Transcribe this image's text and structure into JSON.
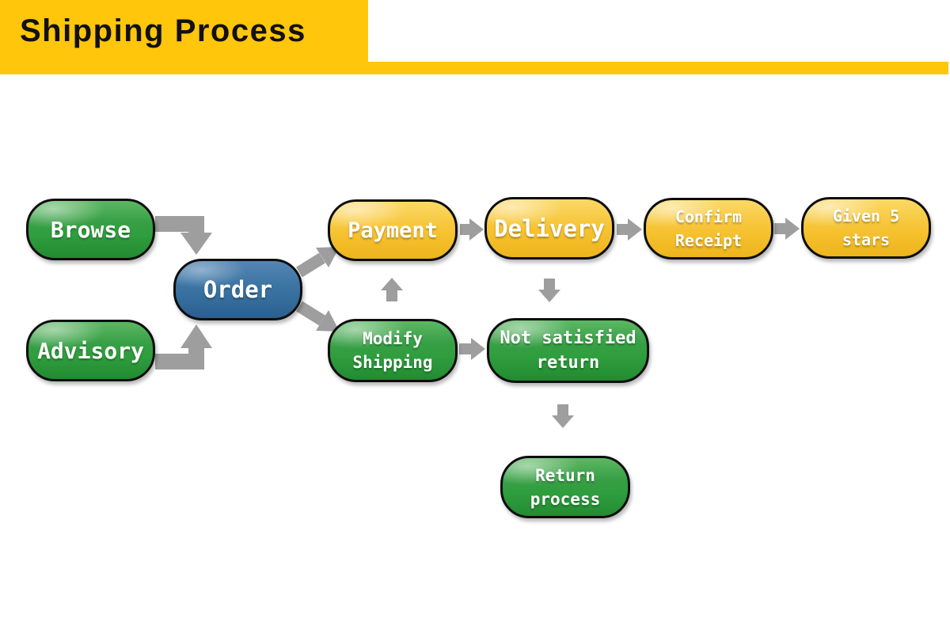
{
  "header": {
    "title": "Shipping Process"
  },
  "colors": {
    "header_yellow": "#ffc60b",
    "node_green": "#2f9e3e",
    "node_yellow": "#f5c02c",
    "node_blue": "#366f9e",
    "node_border": "#0d0d0d",
    "node_text": "#ffffff",
    "arrow_gray": "#9e9e9e",
    "title_text": "#111111"
  },
  "diagram": {
    "nodes": [
      {
        "id": "browse",
        "label": "Browse",
        "lines": [
          "Browse"
        ],
        "color": "green"
      },
      {
        "id": "advisory",
        "label": "Advisory",
        "lines": [
          "Advisory"
        ],
        "color": "green"
      },
      {
        "id": "order",
        "label": "Order",
        "lines": [
          "Order"
        ],
        "color": "blue"
      },
      {
        "id": "payment",
        "label": "Payment",
        "lines": [
          "Payment"
        ],
        "color": "yellow"
      },
      {
        "id": "delivery",
        "label": "Delivery",
        "lines": [
          "Delivery"
        ],
        "color": "yellow"
      },
      {
        "id": "confirm-receipt",
        "label": "Confirm Receipt",
        "lines": [
          "Confirm",
          "Receipt"
        ],
        "color": "yellow"
      },
      {
        "id": "given-5-stars",
        "label": "Given 5 stars",
        "lines": [
          "Given 5",
          "stars"
        ],
        "color": "yellow"
      },
      {
        "id": "modify-shipping",
        "label": "Modify Shipping",
        "lines": [
          "Modify",
          "Shipping"
        ],
        "color": "green"
      },
      {
        "id": "not-satisfied-return",
        "label": "Not satisfied return",
        "lines": [
          "Not satisfied",
          "return"
        ],
        "color": "green"
      },
      {
        "id": "return-process",
        "label": "Return process",
        "lines": [
          "Return",
          "process"
        ],
        "color": "green"
      }
    ],
    "edges": [
      {
        "from": "browse",
        "to": "order"
      },
      {
        "from": "advisory",
        "to": "order"
      },
      {
        "from": "order",
        "to": "payment"
      },
      {
        "from": "order",
        "to": "modify-shipping"
      },
      {
        "from": "payment",
        "to": "delivery"
      },
      {
        "from": "delivery",
        "to": "confirm-receipt"
      },
      {
        "from": "confirm-receipt",
        "to": "given-5-stars"
      },
      {
        "from": "modify-shipping",
        "to": "payment"
      },
      {
        "from": "modify-shipping",
        "to": "not-satisfied-return"
      },
      {
        "from": "delivery",
        "to": "not-satisfied-return"
      },
      {
        "from": "not-satisfied-return",
        "to": "return-process"
      }
    ]
  }
}
